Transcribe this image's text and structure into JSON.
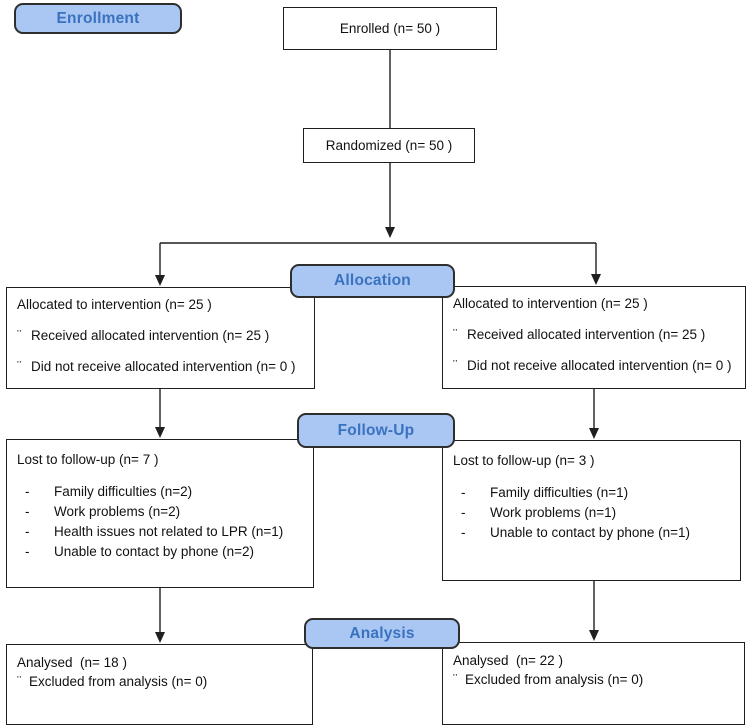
{
  "palette": {
    "background": "#ffffff",
    "badge_fill": "#a9c7f2",
    "badge_border": "#2e2e2e",
    "badge_text": "#3a72c0",
    "box_border": "#1f1f1f",
    "line": "#1f1f1f",
    "text": "#111111"
  },
  "badges": {
    "enrollment": "Enrollment",
    "allocation": "Allocation",
    "followup": "Follow-Up",
    "analysis": "Analysis"
  },
  "enrolled_box": {
    "label": "Enrolled (n= 50 )"
  },
  "randomized_box": {
    "label": "Randomized (n= 50 )"
  },
  "allocation_left": {
    "title": "Allocated to intervention (n= 25 )",
    "bullet": "¨",
    "items": [
      "Received allocated intervention (n= 25 )",
      "Did not receive allocated intervention (n= 0 )"
    ]
  },
  "allocation_right": {
    "title": "Allocated to intervention (n= 25 )",
    "bullet": "¨",
    "items": [
      "Received allocated intervention (n= 25 )",
      "Did not receive allocated intervention (n= 0 )"
    ]
  },
  "followup_left": {
    "title": "Lost to follow-up (n= 7 )",
    "bullet": "-",
    "items": [
      "Family difficulties (n=2)",
      "Work problems (n=2)",
      "Health issues not related to LPR (n=1)",
      "Unable to contact by phone (n=2)"
    ]
  },
  "followup_right": {
    "title": "Lost to follow-up (n= 3 )",
    "bullet": "-",
    "items": [
      "Family difficulties (n=1)",
      "Work problems (n=1)",
      "Unable to contact by phone (n=1)"
    ]
  },
  "analysis_left": {
    "title": "Analysed  (n= 18 )",
    "bullet": "¨",
    "items": [
      "Excluded from analysis (n= 0)"
    ]
  },
  "analysis_right": {
    "title": "Analysed  (n= 22 )",
    "bullet": "¨",
    "items": [
      "Excluded from analysis (n= 0)"
    ]
  }
}
